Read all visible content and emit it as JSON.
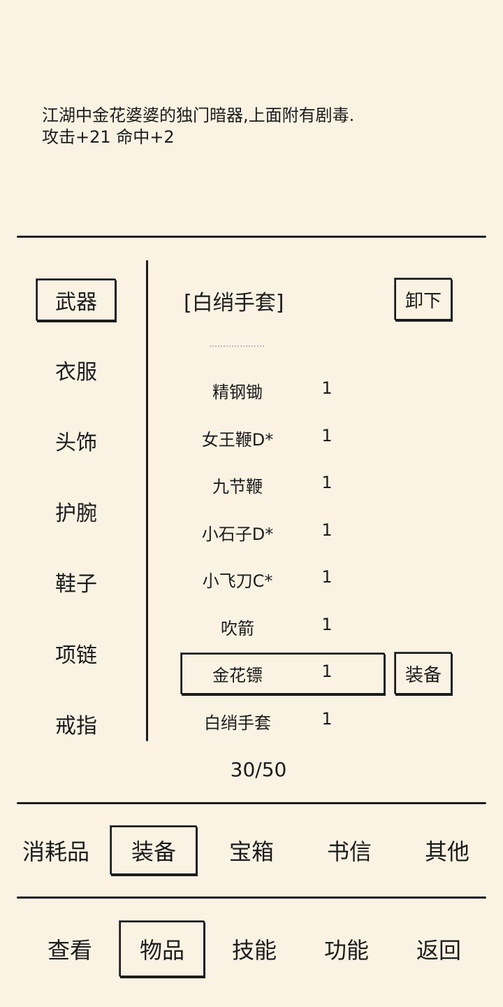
{
  "description": {
    "line1": "江湖中金花婆婆的独门暗器,上面附有剧毒.",
    "line2": "攻击+21 命中+2"
  },
  "categories": [
    "武器",
    "衣服",
    "头饰",
    "护腕",
    "鞋子",
    "项链",
    "戒指"
  ],
  "equipped": {
    "name": "[白绡手套]",
    "unequip_label": "卸下"
  },
  "items": [
    {
      "name": "精钢锄",
      "qty": "1"
    },
    {
      "name": "女王鞭D*",
      "qty": "1"
    },
    {
      "name": "九节鞭",
      "qty": "1"
    },
    {
      "name": "小石子D*",
      "qty": "1"
    },
    {
      "name": "小飞刀C*",
      "qty": "1"
    },
    {
      "name": "吹箭",
      "qty": "1"
    },
    {
      "name": "金花镖",
      "qty": "1"
    },
    {
      "name": "白绡手套",
      "qty": "1"
    }
  ],
  "equip_label": "装备",
  "capacity": "30/50",
  "item_tabs": [
    "消耗品",
    "装备",
    "宝箱",
    "书信",
    "其他"
  ],
  "bottom_nav": [
    "查看",
    "物品",
    "技能",
    "功能",
    "返回"
  ],
  "selected": {
    "category": "武器",
    "item": "金花镖",
    "item_tab": "装备",
    "bottom_nav": "物品"
  }
}
